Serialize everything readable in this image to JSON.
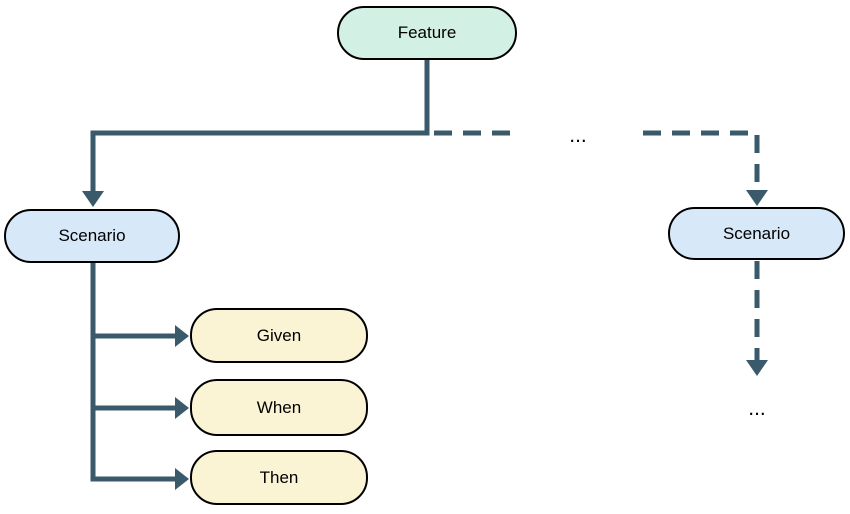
{
  "diagram": {
    "nodes": [
      {
        "id": "feature",
        "label": "Feature"
      },
      {
        "id": "scenario-left",
        "label": "Scenario"
      },
      {
        "id": "scenario-right",
        "label": "Scenario"
      },
      {
        "id": "given",
        "label": "Given"
      },
      {
        "id": "when",
        "label": "When"
      },
      {
        "id": "then",
        "label": "Then"
      }
    ],
    "labels": {
      "ellipsis_top": "...",
      "ellipsis_bottom": "..."
    }
  },
  "colors": {
    "feature_fill": "#d3f0e4",
    "scenario_fill": "#d7e8f8",
    "step_fill": "#faf3d4",
    "node_border": "#000000",
    "edge": "#3a5a6b",
    "text": "#000000",
    "canvas_bg": "#ffffff"
  }
}
